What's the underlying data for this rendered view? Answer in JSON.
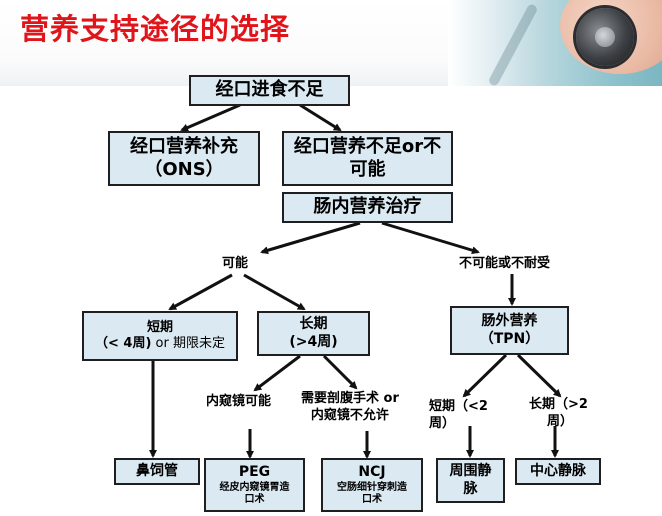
{
  "title": "营养支持途径的选择",
  "nodes": {
    "insufficient_oral": "经口进食不足",
    "ons_line1": "经口营养补充",
    "ons_line2": "（ONS）",
    "oral_impossible_line1": "经口营养不足or不",
    "oral_impossible_line2": "可能",
    "enteral": "肠内营养治疗",
    "short_term_line1": "短期",
    "short_term_line2_bold": "（< 4周)",
    "short_term_line2_plain": " or 期限未定",
    "long_term_line1": "长期",
    "long_term_line2": "(>4周)",
    "parenteral_line1": "肠外营养",
    "parenteral_line2": "（TPN）",
    "nasogastric": "鼻饲管",
    "peg_title": "PEG",
    "peg_desc_line1": "经皮内窥镜胃造",
    "peg_desc_line2": "口术",
    "ncj_title": "NCJ",
    "ncj_desc_line1": "空肠细针穿刺造",
    "ncj_desc_line2": "口术",
    "peripheral_line1": "周围静",
    "peripheral_line2": "脉",
    "central": "中心静脉"
  },
  "labels": {
    "possible": "可能",
    "impossible": "不可能或不耐受",
    "endoscopy_possible": "内窥镜可能",
    "surgery_line1": "需要剖腹手术 or",
    "surgery_line2": "内窥镜不允许",
    "tpn_short_line1": "短期（<2",
    "tpn_short_line2": "周）",
    "tpn_long_line1": "长期（>2",
    "tpn_long_line2": "周）"
  },
  "colors": {
    "title": "#e0141a",
    "box_fill": "#dbe9f2",
    "border": "#1f1f1f"
  },
  "icons": [
    "stethoscope-icon"
  ]
}
